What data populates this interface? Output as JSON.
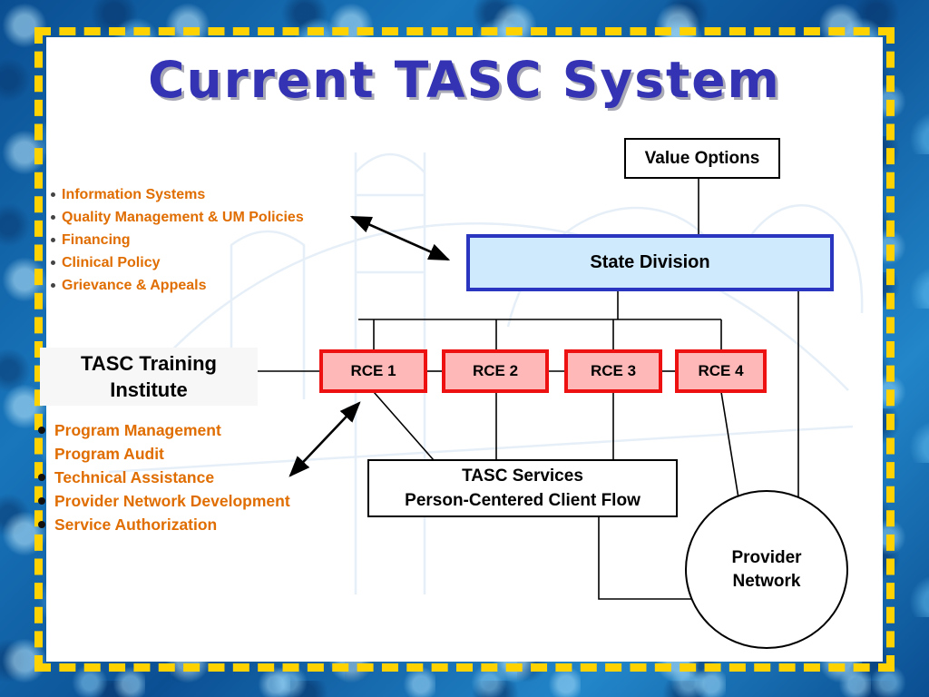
{
  "title": "Current TASC System",
  "nodes": {
    "value_options": "Value Options",
    "state_division": "State Division",
    "rce": [
      "RCE 1",
      "RCE 2",
      "RCE 3",
      "RCE 4"
    ],
    "tasc_training_line1": "TASC Training",
    "tasc_training_line2": "Institute",
    "tasc_services_line1": "TASC Services",
    "tasc_services_line2": "Person-Centered Client Flow",
    "provider_line1": "Provider",
    "provider_line2": "Network"
  },
  "top_list": {
    "items": [
      "Information Systems",
      "Quality Management & UM Policies",
      "Financing",
      "Clinical Policy",
      "Grievance & Appeals"
    ]
  },
  "bottom_list": {
    "items": [
      "Program Management",
      "Program Audit",
      "Technical Assistance",
      "Provider Network Development",
      "Service Authorization"
    ]
  },
  "colors": {
    "title_text": "#3333b4",
    "list_text": "#e06d00",
    "rce_fill": "#ffb8b8",
    "rce_border": "#ee1111",
    "state_fill": "#cfe9fd",
    "state_border": "#2a35c0",
    "frame_gold": "#ffd200",
    "water_blue": "#0f5ea6"
  }
}
